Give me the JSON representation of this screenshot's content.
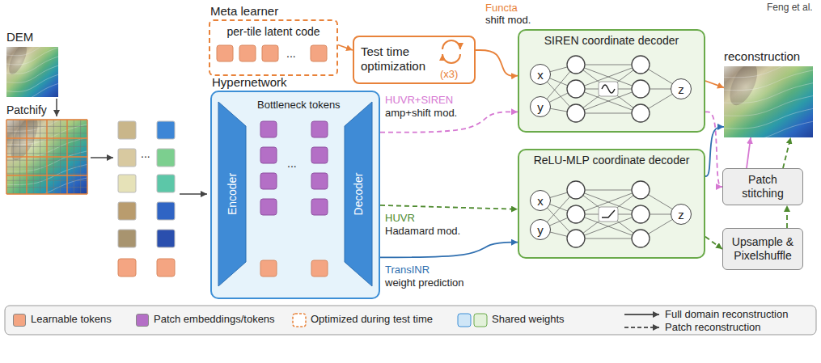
{
  "diagram": {
    "nodes": [
      {
        "text": [
          "DEM"
        ]
      },
      {
        "text": [
          "Meta learner",
          "per-tile latent code"
        ]
      },
      {
        "text": [
          "Test time optimization",
          "(x3)"
        ]
      },
      {
        "text": [
          "Hypernetwork"
        ]
      },
      {
        "text": [
          "Encoder"
        ],
        "in": 3
      },
      {
        "text": [
          "Decoder"
        ],
        "in": 3
      },
      {
        "text": [
          "SIREN coordinate decoder"
        ]
      },
      {
        "text": [
          "x"
        ],
        "in": 6
      },
      {
        "text": [
          "y"
        ],
        "in": 6
      },
      {
        "text": [
          "z"
        ],
        "in": 6
      },
      {
        "text": [
          "ReLU-MLP coordinate decoder"
        ]
      },
      {
        "text": [
          "x"
        ],
        "in": 10
      },
      {
        "text": [
          "y"
        ],
        "in": 10
      },
      {
        "text": [
          "z"
        ],
        "in": 10
      },
      {
        "text": [
          "reconstruction"
        ]
      },
      {
        "text": [
          "Patch stitching"
        ]
      },
      {
        "text": [
          "Upsample & Pixelshuffle"
        ]
      }
    ],
    "edges": [
      {
        "from": 1,
        "to": 2,
        "arrow": "to"
      },
      {
        "from": 2,
        "to": 6,
        "label": "shift mod.",
        "arrow": "to"
      },
      {
        "from": 6,
        "to": 14,
        "arrow": "to"
      },
      {
        "from": 3,
        "to": 6,
        "label": "amp+shift mod.",
        "arrow": "to"
      },
      {
        "from": 3,
        "to": 10,
        "label": "Hadamard mod.",
        "arrow": "to"
      },
      {
        "from": 3,
        "to": 10,
        "label": "weight prediction",
        "arrow": "to"
      },
      {
        "from": 6,
        "to": 15,
        "arrow": "to"
      },
      {
        "from": 10,
        "to": 14,
        "arrow": "to"
      },
      {
        "from": 10,
        "to": 16,
        "arrow": "to"
      },
      {
        "from": 16,
        "to": 15,
        "arrow": "to"
      },
      {
        "from": 15,
        "to": 14,
        "arrow": "to"
      },
      {
        "from": 15,
        "to": 14,
        "arrow": "to"
      }
    ],
    "labels": [
      "Feng et al.",
      "Patchify",
      "...",
      "...",
      "Bottleneck tokens",
      "...",
      "Functa",
      "HUVR+SIREN",
      "HUVR",
      "TransINR"
    ],
    "legend": [
      {
        "text": "Learnable tokens",
        "color": "#f4a582"
      },
      {
        "text": "Patch embeddings/tokens",
        "color": "#b46fc6"
      },
      {
        "text": "Optimized during test time"
      },
      {
        "text": "Shared weights"
      },
      {
        "text": "Full domain reconstruction"
      },
      {
        "text": "Patch reconstruction"
      }
    ]
  }
}
